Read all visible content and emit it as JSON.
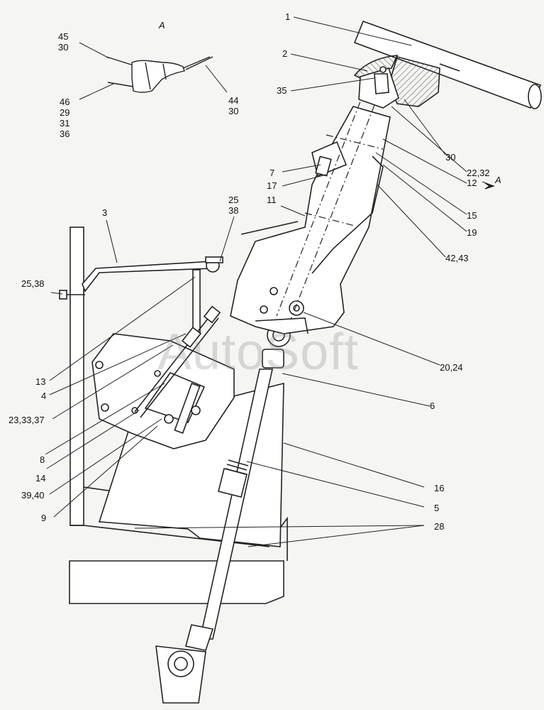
{
  "view_label": "A",
  "view_arrow_label": "A",
  "watermark": "AutoSoft",
  "callouts": {
    "c1": "1",
    "c2": "2",
    "c35": "35",
    "c30": "30",
    "c22_32": "22,32",
    "c12": "12",
    "c15": "15",
    "c19": "19",
    "c42_43": "42,43",
    "c7": "7",
    "c17": "17",
    "c11": "11",
    "c25_38_top": [
      "25",
      "38"
    ],
    "c3": "3",
    "c25_38_left": "25,38",
    "c20_24": "20,24",
    "c6": "6",
    "c13": "13",
    "c4": "4",
    "c23_33_37": "23,33,37",
    "c8": "8",
    "c14": "14",
    "c39_40": "39,40",
    "c9": "9",
    "c16": "16",
    "c5": "5",
    "c28": "28"
  },
  "inset_callouts": {
    "c45_30": [
      "45",
      "30"
    ],
    "c46_29_31_36": [
      "46",
      "29",
      "31",
      "36"
    ],
    "c44_30": [
      "44",
      "30"
    ]
  }
}
